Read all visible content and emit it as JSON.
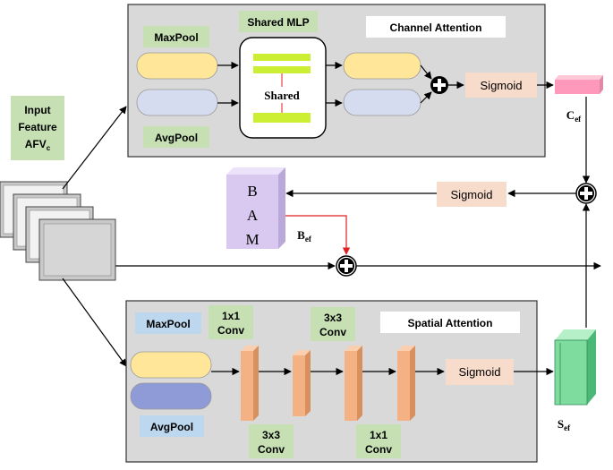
{
  "input": {
    "line1": "Input",
    "line2": "Feature",
    "line3": "AFV",
    "line3_sub": "c"
  },
  "channel_attention": {
    "title": "Channel Attention",
    "maxpool": "MaxPool",
    "avgpool": "AvgPool",
    "mlp_title": "Shared MLP",
    "mlp_inner": "Shared",
    "sigmoid": "Sigmoid",
    "output_label": "C",
    "output_sub": "ef"
  },
  "bam": {
    "letters": [
      "B",
      "A",
      "M"
    ],
    "label": "B",
    "label_sub": "ef",
    "sigmoid": "Sigmoid"
  },
  "spatial_attention": {
    "title": "Spatial Attention",
    "maxpool": "MaxPool",
    "avgpool": "AvgPool",
    "conv1_line1": "1x1",
    "conv1_line2": "Conv",
    "conv2_line1": "3x3",
    "conv2_line2": "Conv",
    "conv3_line1": "3x3",
    "conv3_line2": "Conv",
    "conv4_line1": "1x1",
    "conv4_line2": "Conv",
    "sigmoid": "Sigmoid",
    "output_label": "S",
    "output_sub": "ef"
  },
  "colors": {
    "panel": "#d9d9d9",
    "green_label": "#c6e0b4",
    "yellow_pill": "#ffe699",
    "blue_pill": "#d6dcf0",
    "avg_pill_dark": "#8e9bd6",
    "mlp_bar": "#ccee33",
    "sigmoid_box": "#f8dccb",
    "pink_block": "#ff99bb",
    "bam_box": "#d9c8f0",
    "conv_block": "#f4b183",
    "sef_block": "#7fdc9f",
    "blue_label": "#bdd7ee",
    "red_line": "#e02020"
  }
}
